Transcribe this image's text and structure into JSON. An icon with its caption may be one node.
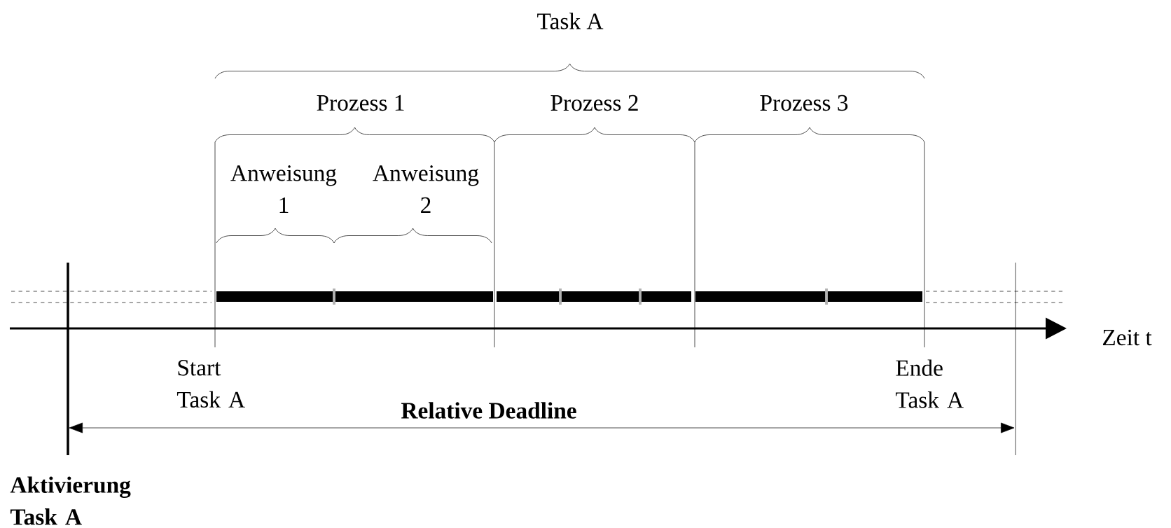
{
  "diagram": {
    "labels": [
      "Task A",
      "Prozess 1",
      "Prozess 2",
      "Prozess 3",
      "Anweisung 1",
      "Anweisung 2",
      "Zeit t",
      "Start Task A",
      "Ende Task A",
      "Relative Deadline",
      "Aktivierung Task A"
    ]
  }
}
